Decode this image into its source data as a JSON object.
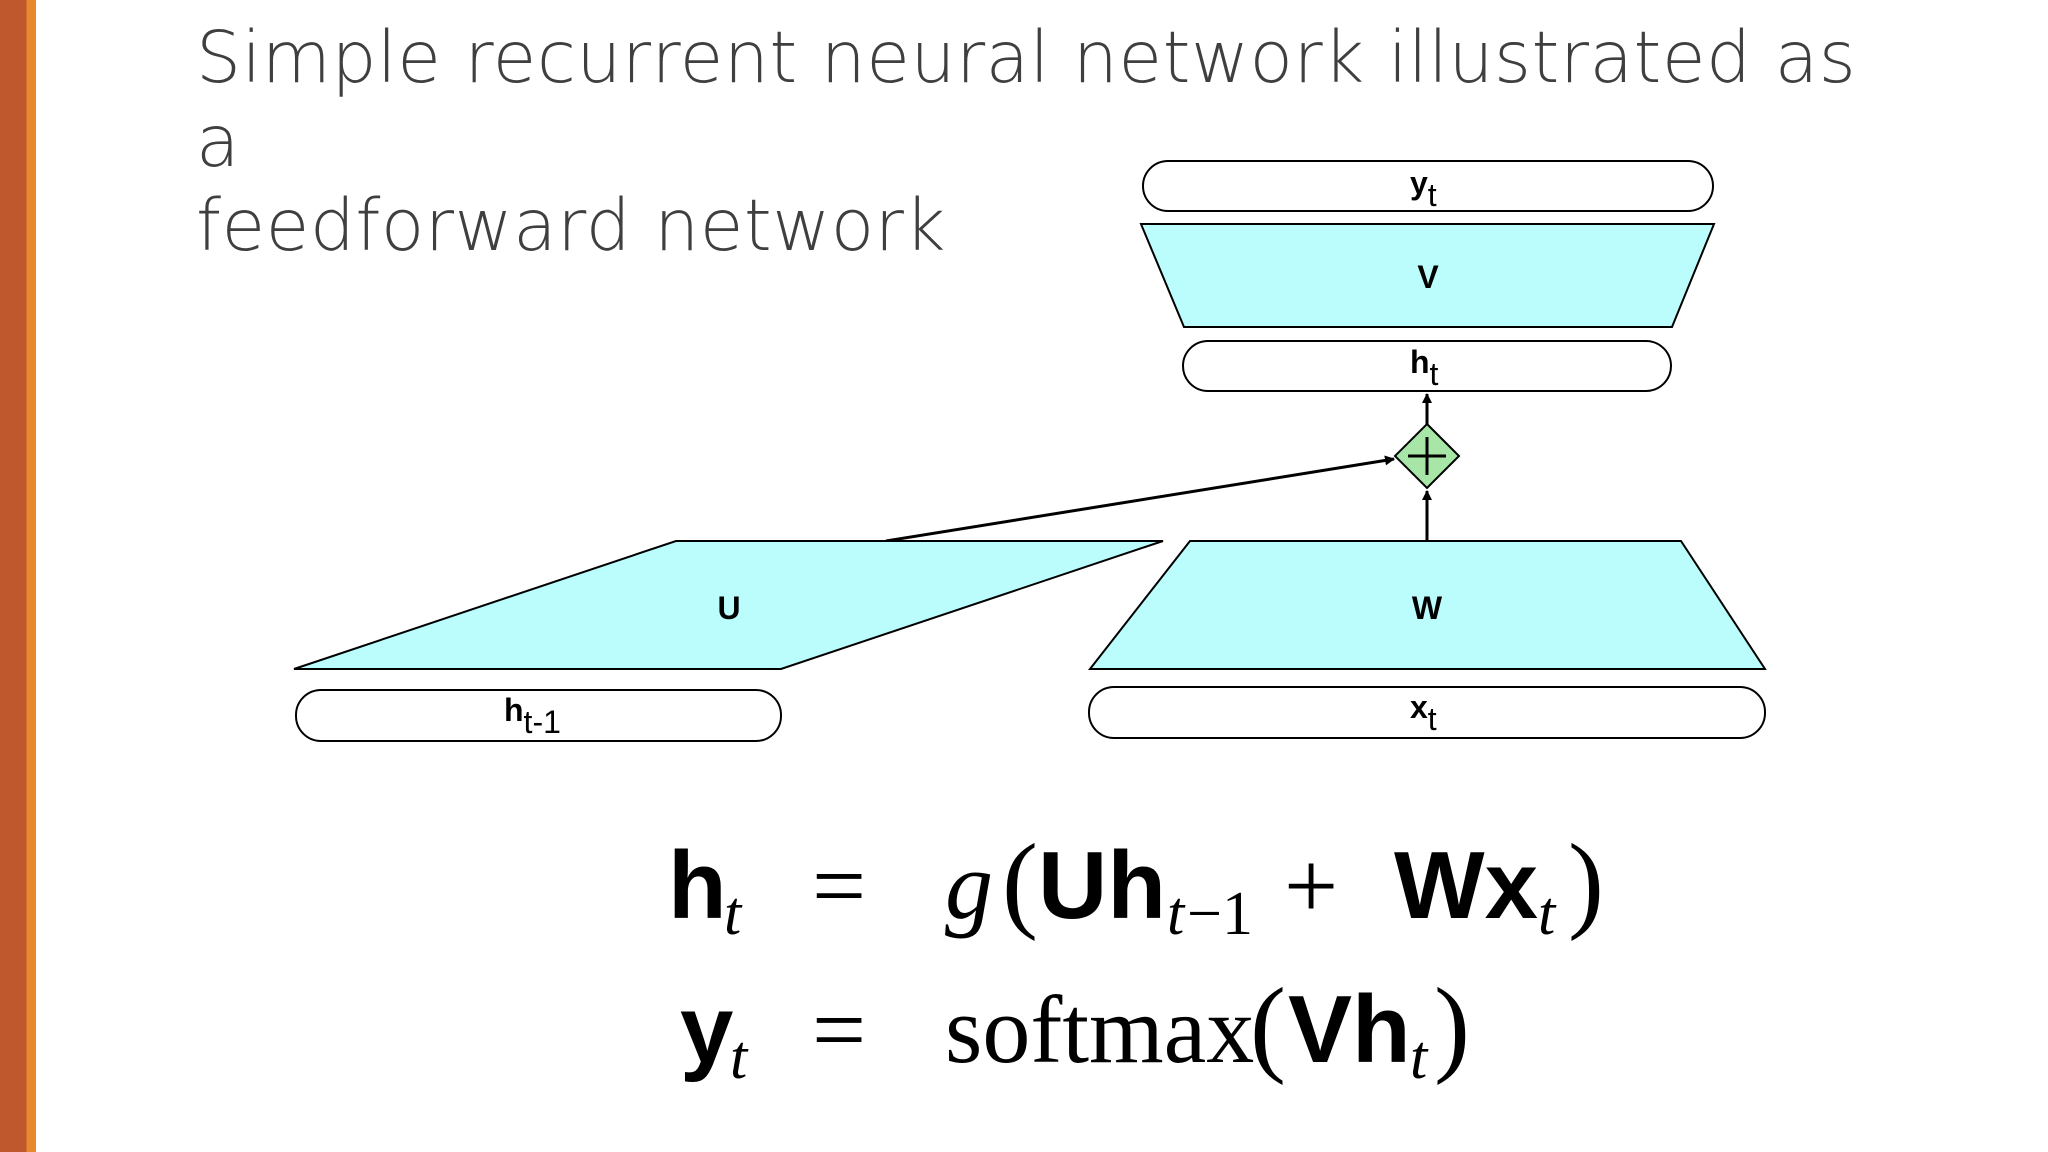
{
  "slide": {
    "title_line1": "Simple recurrent neural network illustrated as a",
    "title_line2": "feedforward network",
    "accent_colors": [
      "#c0582d",
      "#e8892e"
    ]
  },
  "diagram": {
    "colors": {
      "weight_fill": "#bbfcfd",
      "sum_fill": "#a8e6a8",
      "stroke": "#000000"
    },
    "nodes": {
      "yt": {
        "base": "y",
        "sub": "t"
      },
      "ht": {
        "base": "h",
        "sub": "t"
      },
      "htm1": {
        "base": "h",
        "sub": "t-1"
      },
      "xt": {
        "base": "x",
        "sub": "t"
      }
    },
    "weights": {
      "V": "V",
      "U": "U",
      "W": "W"
    },
    "sum_symbol": "+"
  },
  "equations": {
    "eq1": {
      "lhs": "h",
      "lhs_sub": "t",
      "eq": "=",
      "g": "g",
      "open": "(",
      "u": "Uh",
      "u_sub": "t",
      "u_sub2": "−1",
      "plus": "+",
      "w": "Wx",
      "w_sub": "t",
      "close": ")"
    },
    "eq2": {
      "lhs": "y",
      "lhs_sub": "t",
      "eq": "=",
      "func": "softmax",
      "open": "(",
      "v": "Vh",
      "v_sub": "t",
      "close": ")"
    }
  }
}
